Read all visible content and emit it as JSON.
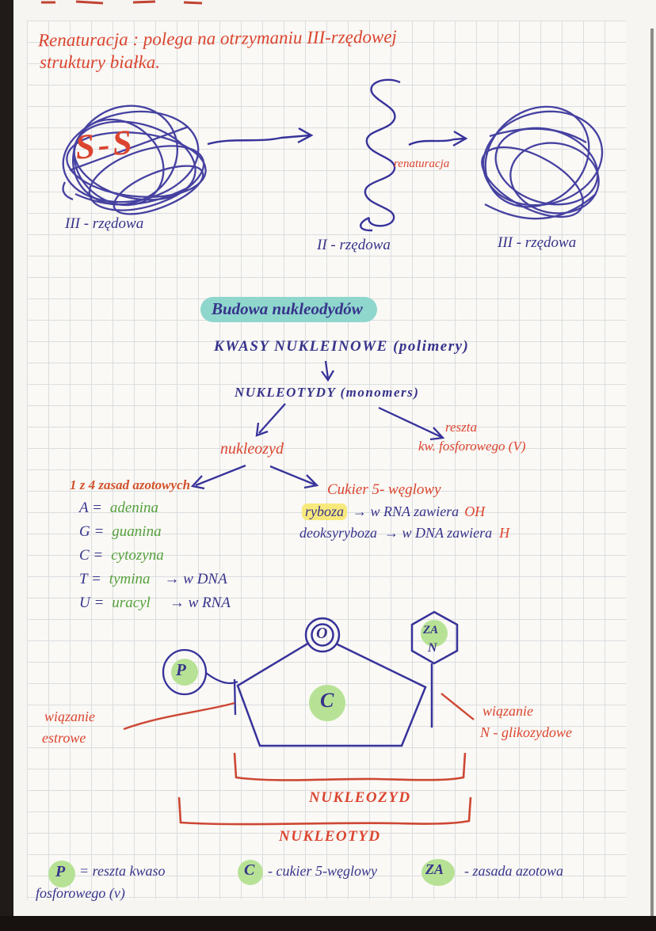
{
  "title": {
    "line1": "Renaturacja : polega na otrzymaniu III-rzędowej",
    "line2": "struktury białka."
  },
  "denaturation": {
    "ss_label": "S-S",
    "label_left": "III - rzędowa",
    "label_mid": "II - rzędowa",
    "arrow_label": "renaturacja",
    "label_right": "III - rzędowa"
  },
  "section": {
    "heading": "Budowa nukleodydów",
    "level1": "KWASY NUKLEINOWE (polimery)",
    "level2": "NUKLEOTYDY (monomers)",
    "branch_left": "nukleozyd",
    "branch_right_line1": "reszta",
    "branch_right_line2": "kw. fosforowego (V)"
  },
  "bases": {
    "heading": "1 z 4 zasad azotowych",
    "items": [
      {
        "symbol": "A =",
        "name": "adenina",
        "note": ""
      },
      {
        "symbol": "G =",
        "name": "guanina",
        "note": ""
      },
      {
        "symbol": "C =",
        "name": "cytozyna",
        "note": ""
      },
      {
        "symbol": "T =",
        "name": "tymina",
        "note": "→  w DNA"
      },
      {
        "symbol": "U =",
        "name": "uracyl",
        "note": "→  w RNA"
      }
    ]
  },
  "sugar": {
    "heading": "Cukier 5- węglowy",
    "rows": [
      {
        "term": "ryboza",
        "mid": "→ w RNA zawiera",
        "suffix": "OH"
      },
      {
        "term": "deoksyryboza",
        "mid": "→  w DNA zawiera",
        "suffix": "H"
      }
    ]
  },
  "structure": {
    "phosphate": "P",
    "oxygen": "O",
    "sugar": "C",
    "base": "ZA",
    "base_nitrogen": "N",
    "ester_line1": "wiązanie",
    "ester_line2": "estrowe",
    "glyco_line1": "wiązanie",
    "glyco_line2": "N - glikozydowe",
    "bracket_inner": "NUKLEOZYD",
    "bracket_outer": "NUKLEOTYD"
  },
  "legend": {
    "items": [
      {
        "symbol": "P",
        "text": "= reszta kwaso",
        "text2": "fosforowego (v)"
      },
      {
        "symbol": "C",
        "text": "- cukier 5-węglowy",
        "text2": ""
      },
      {
        "symbol": "ZA",
        "text": "- zasada azotowa",
        "text2": ""
      }
    ]
  },
  "colors": {
    "pen_red": "#db4530",
    "pen_blue": "#37338b",
    "pen_green": "#55a03c",
    "highlight_teal": "#8fd6cd",
    "highlight_yellow": "#f8e97c",
    "highlight_green": "#b7e296",
    "paper": "#faf9f5",
    "grid_line": "#dadde0"
  }
}
